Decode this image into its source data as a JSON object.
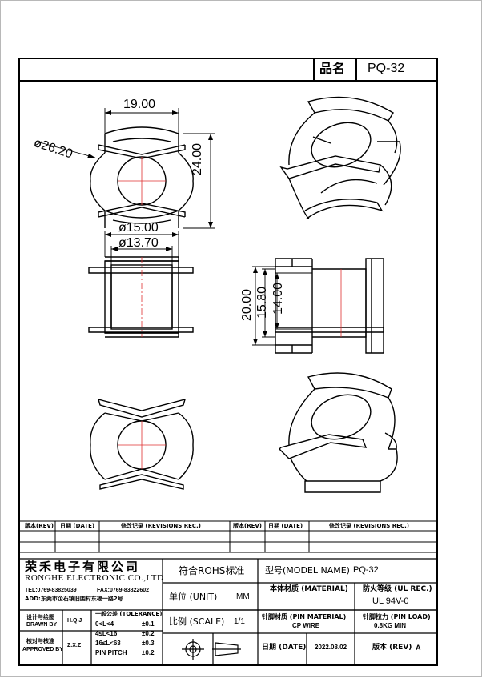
{
  "header": {
    "name_label": "品名",
    "part_name": "PQ-32"
  },
  "dimensions": {
    "width_top": "19.00",
    "outer_diameter": "ø26.20",
    "height_top": "24.00",
    "flange_dia": "ø15.00",
    "core_dia": "ø13.70",
    "overall_height": "20.00",
    "mid_height": "15.80",
    "inner_height": "14.00"
  },
  "revision_table": {
    "headers_left": [
      "版本(REV)",
      "日期 (DATE)",
      "修改记录 (REVISIONS REC.)"
    ],
    "headers_right": [
      "版本(REV)",
      "日期 (DATE)",
      "修改记录 (REVISIONS REC.)"
    ]
  },
  "title_block": {
    "company_cn": "荣禾电子有限公司",
    "company_en": "RONGHE ELECTRONIC CO.,LTD",
    "tel": "TEL:0769-83825039",
    "fax": "FAX:0769-83822602",
    "address": "ADD:东莞市企石镇旧围村东福一路2号",
    "rohs": "符合ROHS标准",
    "model_label": "型号(MODEL NAME)",
    "model_value": "PQ-32",
    "unit_label": "单位 (UNIT)",
    "unit_value": "MM",
    "material_label": "本体材质 (MATERIAL)",
    "fire_label": "防火等级 (UL REC.)",
    "fire_value": "UL 94V-0",
    "drawn_label": "设计与绘图",
    "drawn_label_en": "DRAWN BY",
    "drawn_value": "H.Q.J",
    "approved_label": "核对与核准",
    "approved_label_en": "APPROVED BY",
    "approved_value": "Z.X.Z",
    "tolerance_title": "一般公差 (TOLERANCE)",
    "tolerances": [
      {
        "range": "0<L<4",
        "value": "±0.1"
      },
      {
        "range": "4≤L<16",
        "value": "±0.2"
      },
      {
        "range": "16≤L<63",
        "value": "±0.3"
      },
      {
        "range": "PIN PITCH",
        "value": "±0.2"
      }
    ],
    "scale_label": "比例 (SCALE)",
    "scale_value": "1/1",
    "pin_material_label": "针脚材质 (PIN MATERIAL)",
    "pin_material_value": "CP WIRE",
    "pin_load_label": "针脚拉力 (PIN LOAD)",
    "pin_load_value": "0.8KG MIN",
    "date_label": "日期 (DATE)",
    "date_value": "2022.08.02",
    "rev_label": "版本 (REV)",
    "rev_value": "A"
  }
}
